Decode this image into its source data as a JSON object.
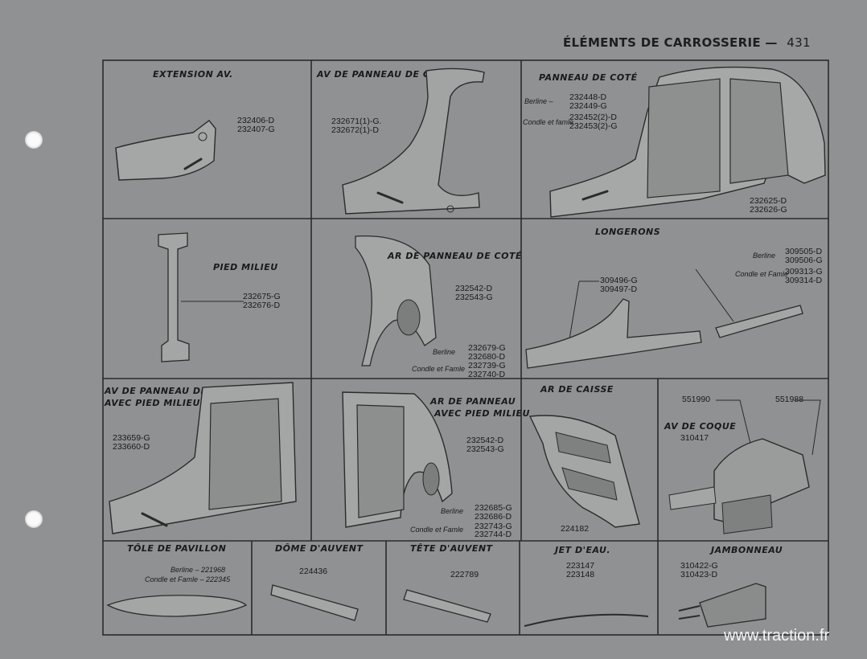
{
  "header": {
    "section_title": "ÉLÉMENTS DE CARROSSERIE",
    "dash": "—",
    "page_number": "431"
  },
  "cells": {
    "extension_av": {
      "title": "EXTENSION AV.",
      "refs": [
        "232406-D",
        "232407-G"
      ]
    },
    "av_panneau": {
      "title": "AV DE PANNEAU DE COTÉ",
      "refs": [
        "232671(1)-G.",
        "232672(1)-D"
      ]
    },
    "panneau_cote": {
      "title": "PANNEAU DE COTÉ",
      "berline_label": "Berline –",
      "berline_refs": [
        "232448-D",
        "232449-G"
      ],
      "cond_label": "Condle et famle",
      "cond_refs": [
        "232452(2)-D",
        "232453(2)-G"
      ],
      "bottom_refs": [
        "232625-D",
        "232626-G"
      ]
    },
    "pied_milieu": {
      "title": "PIED MILIEU",
      "refs": [
        "232675-G",
        "232676-D"
      ]
    },
    "ar_panneau": {
      "title": "AR DE PANNEAU DE COTÉ",
      "refs": [
        "232542-D",
        "232543-G"
      ],
      "berline_label": "Berline",
      "berline_refs": [
        "232679-G",
        "232680-D"
      ],
      "cond_label": "Condle et Famle",
      "cond_refs": [
        "232739-G",
        "232740-D"
      ]
    },
    "longerons": {
      "title": "LONGERONS",
      "refs_left": [
        "309496-G",
        "309497-D"
      ],
      "berline_label": "Berline",
      "berline_refs": [
        "309505-D",
        "309506-G"
      ],
      "cond_label": "Condle et Famle",
      "cond_refs": [
        "309313-G",
        "309314-D"
      ]
    },
    "av_panneau_pied": {
      "title_line1": "AV DE PANNEAU DE COTÉ",
      "title_line2": "AVEC PIED MILIEU.",
      "refs": [
        "233659-G",
        "233660-D"
      ]
    },
    "ar_panneau_pied": {
      "title_line1": "AR DE PANNEAU",
      "title_line2": "AVEC PIED MILIEU",
      "refs": [
        "232542-D",
        "232543-G"
      ],
      "berline_label": "Berline",
      "berline_refs": [
        "232685-G",
        "232686-D"
      ],
      "cond_label": "Condle et Famle",
      "cond_refs": [
        "232743-G",
        "232744-D"
      ]
    },
    "ar_caisse": {
      "title": "AR DE CAISSE",
      "refs": [
        "224182"
      ]
    },
    "av_coque": {
      "title": "AV DE COQUE",
      "ref_main": "310417",
      "ref_left": "551990",
      "ref_right": "551988"
    },
    "tole_pavillon": {
      "title": "TÔLE DE PAVILLON",
      "berline_label": "Berline – 221968",
      "cond_label": "Condle et Famle – 222345"
    },
    "dome_auvent": {
      "title": "DÔME D'AUVENT",
      "refs": [
        "224436"
      ]
    },
    "tete_auvent": {
      "title": "TÊTE D'AUVENT",
      "refs": [
        "222789"
      ]
    },
    "jet_eau": {
      "title": "JET D'EAU.",
      "refs": [
        "223147",
        "223148"
      ]
    },
    "jambonneau": {
      "title": "JAMBONNEAU",
      "refs": [
        "310422-G",
        "310423-D"
      ]
    }
  },
  "watermark": "www.traction.fr",
  "colors": {
    "paper": "#8f9193",
    "ink": "#1a1a1a",
    "line": "#2a2a2a"
  }
}
